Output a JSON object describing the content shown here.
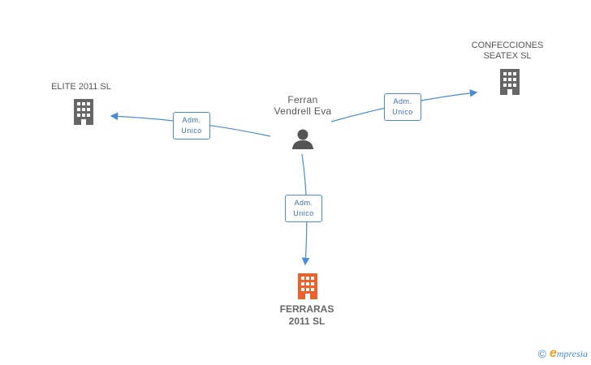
{
  "person": {
    "name_line1": "Ferran",
    "name_line2": "Vendrell Eva",
    "icon": "person-icon"
  },
  "companies": {
    "left": {
      "name": "ELITE 2011 SL",
      "icon": "building-icon"
    },
    "right": {
      "name_line1": "CONFECCIONES",
      "name_line2": "SEATEX SL",
      "icon": "building-icon"
    },
    "main": {
      "name_line1": "FERRARAS",
      "name_line2": "2011 SL",
      "icon": "building-icon",
      "color": "#f0602a"
    }
  },
  "edges": [
    {
      "line1": "Adm.",
      "line2": "Unico"
    },
    {
      "line1": "Adm.",
      "line2": "Unico"
    },
    {
      "line1": "Adm.",
      "line2": "Unico"
    }
  ],
  "footer": {
    "copyright": "©",
    "brand_initial": "e",
    "brand_rest": "mpresia"
  },
  "colors": {
    "edge": "#4a8ad8",
    "building": "#666666",
    "main_building": "#f0602a",
    "person": "#555555"
  }
}
